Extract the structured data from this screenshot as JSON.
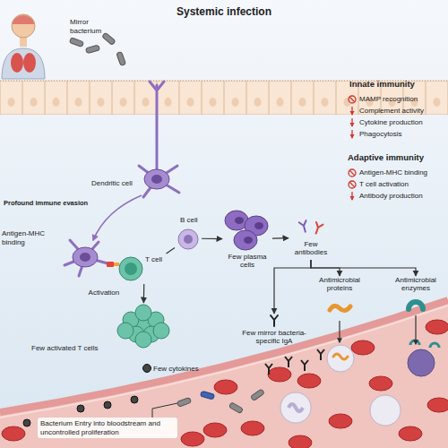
{
  "diagram": {
    "title": "Systemic infection",
    "nodes": [
      {
        "text": [
          "Dendritic cell"
        ]
      },
      {
        "text": [
          "T cell"
        ]
      },
      {
        "text": [
          "B cell"
        ]
      },
      {
        "text": [
          "Few plasma cells"
        ]
      },
      {
        "text": [
          "Few antibodies"
        ]
      },
      {
        "text": [
          "Few activated T cells"
        ]
      },
      {
        "text": [
          "Few cytokines"
        ]
      },
      {
        "text": [
          "Few mirror bacteria-specific IgA"
        ]
      },
      {
        "text": [
          "Antimicrobial proteins"
        ]
      },
      {
        "text": [
          "Antimicrobial enzymes"
        ]
      }
    ],
    "edges": [
      {
        "from": 1,
        "to": 2,
        "arrow": "none"
      },
      {
        "from": 2,
        "to": 3,
        "arrow": "to"
      },
      {
        "from": 3,
        "to": 4,
        "arrow": "to"
      },
      {
        "from": 1,
        "to": 5,
        "arrow": "to",
        "label": "Activation"
      },
      {
        "from": 4,
        "to": 7,
        "arrow": "to"
      },
      {
        "from": 4,
        "to": 8,
        "arrow": "to"
      },
      {
        "from": 4,
        "to": 9,
        "arrow": "to"
      }
    ],
    "labels": [
      "Mirror bacterium",
      "Profound immune evasion",
      "Antigen-MHC binding",
      "Innate immunity",
      "MAMP recognition",
      "Complement activity",
      "Cytokine production",
      "Phagocytosis",
      "Adaptive immunity",
      "Antigen-MHC binding",
      "T cell activation",
      "Antibody production",
      "Bacterium Entry into bloodstream and uncontrolled proliferation"
    ]
  }
}
